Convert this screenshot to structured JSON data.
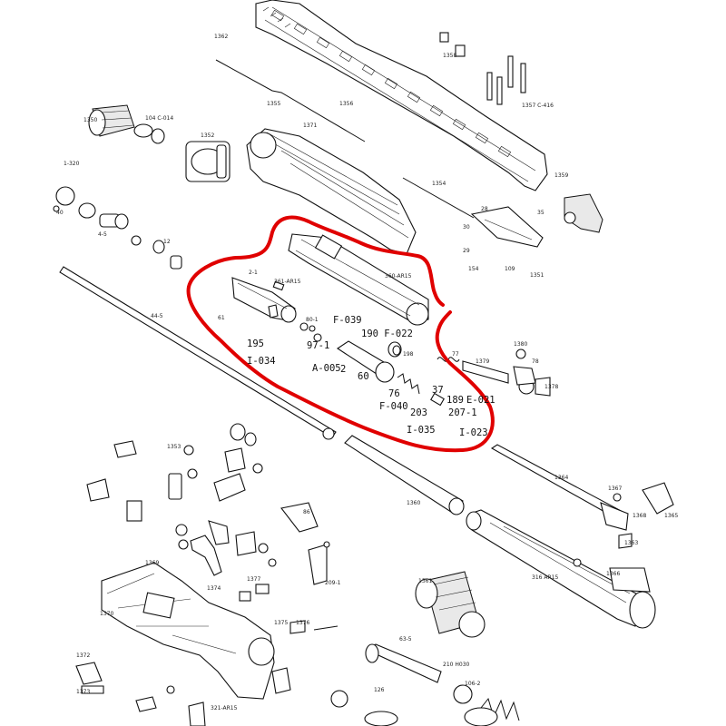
{
  "labels": {
    "l1350": "1350",
    "l104": "104 C-014",
    "l1352": "1352",
    "l1371": "1371",
    "l1355": "1355",
    "l1356": "1356",
    "l1357": "1357 C-416",
    "l1358": "1358",
    "l1359": "1359",
    "l1354": "1354",
    "l1362": "1362",
    "l1320": "1-320",
    "l30": "30",
    "l29": "29",
    "l28": "28",
    "l35": "35",
    "l154": "154",
    "l109": "109",
    "l1351": "1351",
    "l361": "361-AR15",
    "l360": "360-AR15",
    "l2": "2-1",
    "l61": "61",
    "l80": "80-1",
    "l12": "12",
    "l4": "4-5",
    "l40": "40",
    "l44": "44-5",
    "l1364": "1364",
    "l1365": "1365",
    "l1363": "1363",
    "l1367": "1367",
    "l1368": "1368",
    "l1360": "1360",
    "l1361": "1361",
    "l1366": "1366",
    "l316": "316 AR15",
    "l1372": "1372",
    "l1373": "1373",
    "l1370": "1370",
    "l1374": "1374",
    "l1375": "1375",
    "l1376": "1376",
    "l1377": "1377",
    "l1369": "1369",
    "l1353": "1353",
    "l86": "86",
    "l63": "63-5",
    "l106": "106-2",
    "l126": "126",
    "l209": "209-1",
    "l321": "321-AR15",
    "l210": "210 H030",
    "l1379": "1379",
    "l77": "77",
    "l78": "78",
    "l198": "198",
    "l1378": "1378",
    "l1380": "1380"
  },
  "callouts": {
    "c195": "195",
    "ci034": "I-034",
    "cf039": "F-039",
    "c97": "97-1",
    "c190": "190 F-022",
    "ca005": "A-005",
    "c2b": "2",
    "c60": "60",
    "c76": "76",
    "cf040": "F-040",
    "c37": "37",
    "c203": "203",
    "c189": "189",
    "ce021": "E-021",
    "c2071": "207-1",
    "ci035": "I-035",
    "ci023": "I-023"
  }
}
